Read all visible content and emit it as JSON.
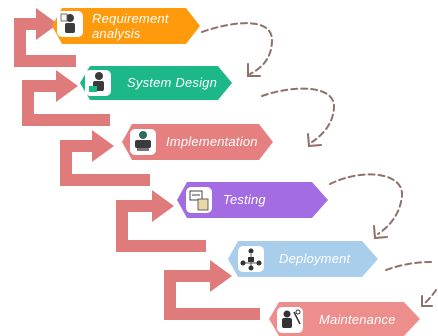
{
  "diagram": {
    "stages": [
      {
        "id": "requirement",
        "label": "Requirement analysis",
        "color": "#FF9A0C",
        "icon": "analyst-icon"
      },
      {
        "id": "design",
        "label": "System Design",
        "color": "#1DB88A",
        "icon": "designer-icon"
      },
      {
        "id": "implementation",
        "label": "Implementation",
        "color": "#E57F80",
        "icon": "developer-icon"
      },
      {
        "id": "testing",
        "label": "Testing",
        "color": "#A36CE3",
        "icon": "tester-icon"
      },
      {
        "id": "deployment",
        "label": "Deployment",
        "color": "#A9CEEB",
        "icon": "deployment-network-icon"
      },
      {
        "id": "maintenance",
        "label": "Maintenance",
        "color": "#EE8E8C",
        "icon": "maintenance-icon"
      }
    ],
    "return_arrow_color": "#E07B7C",
    "dashed_arrow_color": "#8F7169"
  }
}
